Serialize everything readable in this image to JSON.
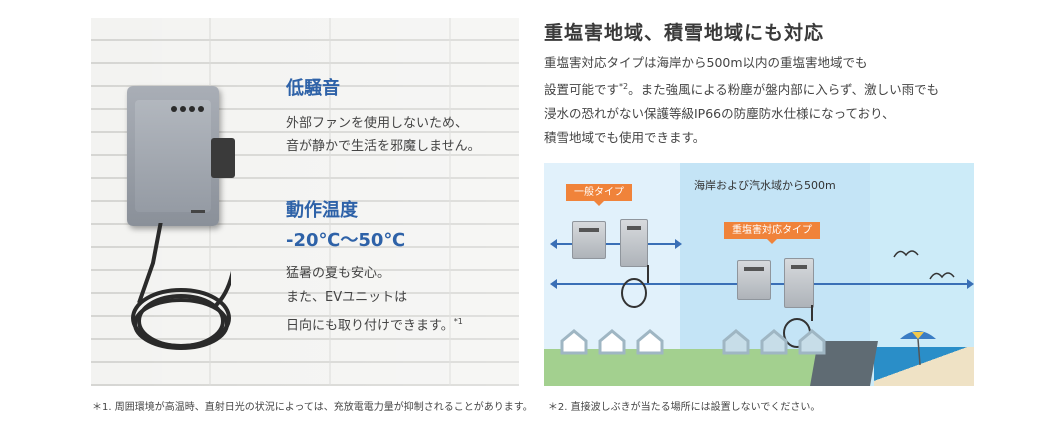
{
  "left": {
    "quiet_heading": "低騒音",
    "quiet_text_1": "外部ファンを使用しないため、",
    "quiet_text_2": "音が静かで生活を邪魔しません。",
    "temp_heading": "動作温度",
    "temp_range": "-20℃〜50℃",
    "temp_text_1": "猛暑の夏も安心。",
    "temp_text_2": "また、EVユニットは",
    "temp_text_3": "日向にも取り付けできます。",
    "temp_note_mark": "*1"
  },
  "right": {
    "title": "重塩害地域、積雪地域にも対応",
    "desc_line_1": "重塩害対応タイプは海岸から500m以内の重塩害地域でも",
    "desc_line_2a": "設置可能です",
    "desc_line_2_note": "*2",
    "desc_line_2b": "。また強風による粉塵が盤内部に入らず、激しい雨でも",
    "desc_line_3": "浸水の恐れがない保護等級IP66の防塵防水仕様になっており、",
    "desc_line_4": "積雪地域でも使用できます。"
  },
  "illustration": {
    "tag_general": "一般タイプ",
    "zone_label": "海岸および汽水域から500m",
    "tag_salt": "重塩害対応タイプ"
  },
  "footnotes": {
    "note1": "＊1. 周囲環境が高温時、直射日光の状況によっては、充放電電力量が抑制されることがあります。",
    "note2": "＊2. 直接波しぶきが当たる場所には設置しないでください。"
  },
  "colors": {
    "heading_blue": "#2e62a8",
    "tag_orange": "#f0833a",
    "arrow_blue": "#3a6fb6"
  }
}
